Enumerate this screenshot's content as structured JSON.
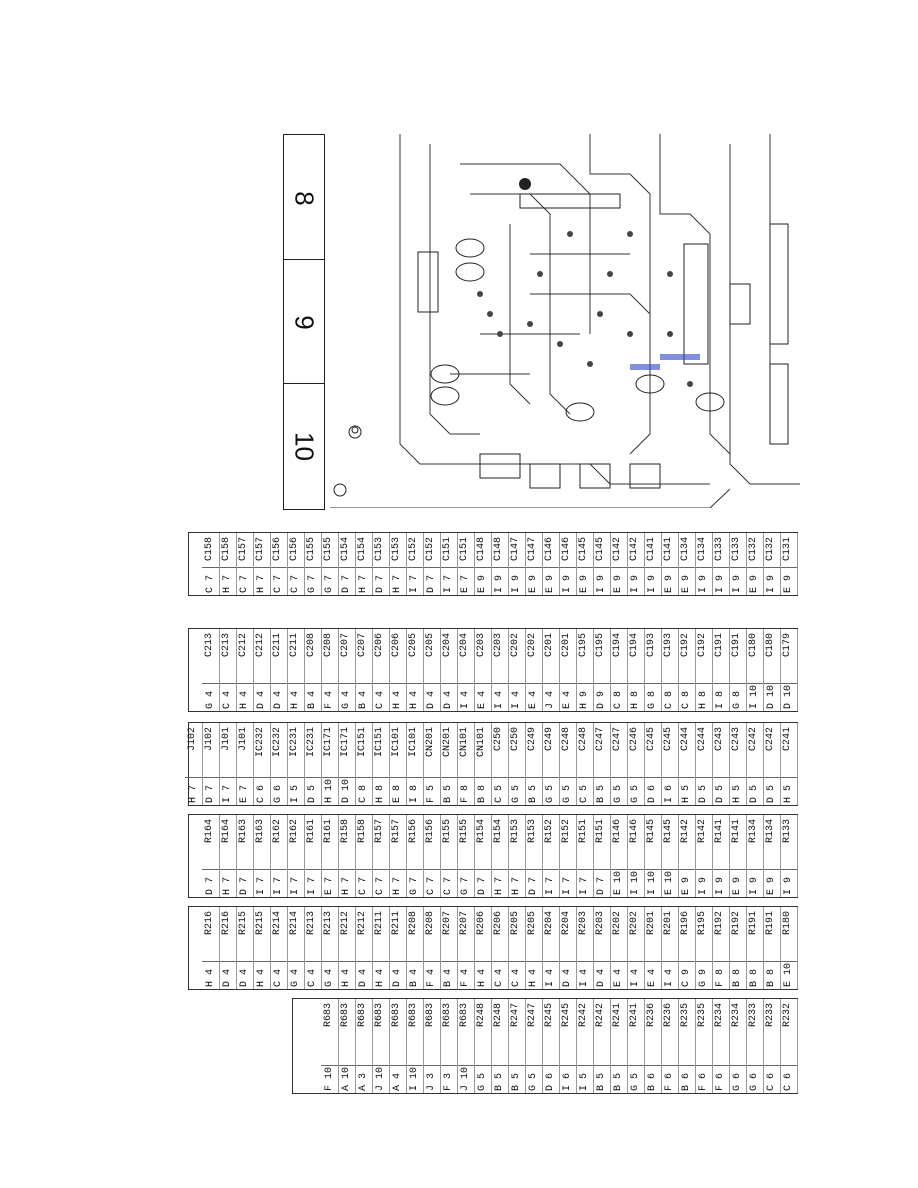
{
  "ruler": {
    "cells": [
      "8",
      "9",
      "10"
    ]
  },
  "table": {
    "blocks": [
      {
        "rows": [
          [
            "C131",
            "9",
            "E"
          ],
          [
            "C132",
            "9",
            "I"
          ],
          [
            "C132",
            "9",
            "E"
          ],
          [
            "C133",
            "9",
            "I"
          ],
          [
            "C133",
            "9",
            "I"
          ],
          [
            "C134",
            "9",
            "I"
          ],
          [
            "C134",
            "9",
            "E"
          ],
          [
            "C141",
            "9",
            "E"
          ],
          [
            "C141",
            "9",
            "I"
          ],
          [
            "C142",
            "9",
            "I"
          ],
          [
            "C142",
            "9",
            "E"
          ],
          [
            "C145",
            "9",
            "I"
          ],
          [
            "C145",
            "9",
            "E"
          ],
          [
            "C146",
            "9",
            "I"
          ],
          [
            "C146",
            "9",
            "E"
          ],
          [
            "C147",
            "9",
            "E"
          ],
          [
            "C147",
            "9",
            "I"
          ],
          [
            "C148",
            "9",
            "I"
          ],
          [
            "C148",
            "9",
            "E"
          ],
          [
            "C151",
            "7",
            "E"
          ],
          [
            "C151",
            "7",
            "I"
          ],
          [
            "C152",
            "7",
            "D"
          ],
          [
            "C152",
            "7",
            "I"
          ],
          [
            "C153",
            "7",
            "H"
          ],
          [
            "C153",
            "7",
            "D"
          ],
          [
            "C154",
            "7",
            "H"
          ],
          [
            "C154",
            "7",
            "D"
          ],
          [
            "C155",
            "7",
            "G"
          ],
          [
            "C155",
            "7",
            "G"
          ],
          [
            "C156",
            "7",
            "C"
          ],
          [
            "C156",
            "7",
            "C"
          ],
          [
            "C157",
            "7",
            "H"
          ],
          [
            "C157",
            "7",
            "C"
          ],
          [
            "C158",
            "7",
            "H"
          ],
          [
            "C158",
            "7",
            "C"
          ]
        ]
      },
      {
        "rows": [
          [
            "C179",
            "10",
            "D"
          ],
          [
            "C180",
            "10",
            "D"
          ],
          [
            "C180",
            "10",
            "I"
          ],
          [
            "C191",
            "8",
            "G"
          ],
          [
            "C191",
            "8",
            "I"
          ],
          [
            "C192",
            "8",
            "H"
          ],
          [
            "C192",
            "8",
            "C"
          ],
          [
            "C193",
            "8",
            "C"
          ],
          [
            "C193",
            "8",
            "G"
          ],
          [
            "C194",
            "8",
            "H"
          ],
          [
            "C194",
            "8",
            "C"
          ],
          [
            "C195",
            "9",
            "D"
          ],
          [
            "C195",
            "9",
            "H"
          ],
          [
            "C201",
            "4",
            "E"
          ],
          [
            "C201",
            "4",
            "J"
          ],
          [
            "C202",
            "4",
            "E"
          ],
          [
            "C202",
            "4",
            "I"
          ],
          [
            "C203",
            "4",
            "I"
          ],
          [
            "C203",
            "4",
            "E"
          ],
          [
            "C204",
            "4",
            "I"
          ],
          [
            "C204",
            "4",
            "D"
          ],
          [
            "C205",
            "4",
            "D"
          ],
          [
            "C205",
            "4",
            "H"
          ],
          [
            "C206",
            "4",
            "H"
          ],
          [
            "C206",
            "4",
            "C"
          ],
          [
            "C207",
            "4",
            "B"
          ],
          [
            "C207",
            "4",
            "G"
          ],
          [
            "C208",
            "4",
            "F"
          ],
          [
            "C208",
            "4",
            "B"
          ],
          [
            "C211",
            "4",
            "H"
          ],
          [
            "C211",
            "4",
            "D"
          ],
          [
            "C212",
            "4",
            "D"
          ],
          [
            "C212",
            "4",
            "H"
          ],
          [
            "C213",
            "4",
            "C"
          ],
          [
            "C213",
            "4",
            "G"
          ]
        ]
      },
      {
        "rows": [
          [
            "C241",
            "5",
            "H"
          ],
          [
            "C242",
            "5",
            "D"
          ],
          [
            "C242",
            "5",
            "D"
          ],
          [
            "C243",
            "5",
            "H"
          ],
          [
            "C243",
            "5",
            "D"
          ],
          [
            "C244",
            "5",
            "D"
          ],
          [
            "C244",
            "5",
            "H"
          ],
          [
            "C245",
            "6",
            "I"
          ],
          [
            "C245",
            "6",
            "D"
          ],
          [
            "C246",
            "5",
            "G"
          ],
          [
            "C247",
            "5",
            "G"
          ],
          [
            "C247",
            "5",
            "B"
          ],
          [
            "C248",
            "5",
            "C"
          ],
          [
            "C248",
            "5",
            "G"
          ],
          [
            "C249",
            "5",
            "G"
          ],
          [
            "C249",
            "5",
            "B"
          ],
          [
            "C250",
            "5",
            "G"
          ],
          [
            "C250",
            "5",
            "C"
          ],
          [
            "CN101",
            "8",
            "B"
          ],
          [
            "CN101",
            "8",
            "F"
          ],
          [
            "CN201",
            "5",
            "B"
          ],
          [
            "CN201",
            "5",
            "F"
          ],
          [
            "IC101",
            "8",
            "I"
          ],
          [
            "IC101",
            "8",
            "E"
          ],
          [
            "IC151",
            "8",
            "H"
          ],
          [
            "IC151",
            "8",
            "C"
          ],
          [
            "IC171",
            "10",
            "D"
          ],
          [
            "IC171",
            "10",
            "H"
          ],
          [
            "IC231",
            "5",
            "D"
          ],
          [
            "IC231",
            "5",
            "I"
          ],
          [
            "IC232",
            "6",
            "G"
          ],
          [
            "IC232",
            "6",
            "C"
          ],
          [
            "J101",
            "7",
            "E"
          ],
          [
            "J101",
            "7",
            "I"
          ],
          [
            "J102",
            "7",
            "D"
          ],
          [
            "J102",
            "7",
            "H"
          ]
        ]
      },
      {
        "rows": [
          [
            "R133",
            "9",
            "I"
          ],
          [
            "R134",
            "9",
            "E"
          ],
          [
            "R134",
            "9",
            "I"
          ],
          [
            "R141",
            "9",
            "E"
          ],
          [
            "R141",
            "9",
            "I"
          ],
          [
            "R142",
            "9",
            "I"
          ],
          [
            "R142",
            "9",
            "E"
          ],
          [
            "R145",
            "10",
            "E"
          ],
          [
            "R145",
            "10",
            "I"
          ],
          [
            "R146",
            "10",
            "I"
          ],
          [
            "R146",
            "10",
            "E"
          ],
          [
            "R151",
            "7",
            "D"
          ],
          [
            "R151",
            "7",
            "I"
          ],
          [
            "R152",
            "7",
            "I"
          ],
          [
            "R152",
            "7",
            "I"
          ],
          [
            "R153",
            "7",
            "D"
          ],
          [
            "R153",
            "7",
            "H"
          ],
          [
            "R154",
            "7",
            "H"
          ],
          [
            "R154",
            "7",
            "D"
          ],
          [
            "R155",
            "7",
            "G"
          ],
          [
            "R155",
            "7",
            "C"
          ],
          [
            "R156",
            "7",
            "C"
          ],
          [
            "R156",
            "7",
            "G"
          ],
          [
            "R157",
            "7",
            "H"
          ],
          [
            "R157",
            "7",
            "C"
          ],
          [
            "R158",
            "7",
            "C"
          ],
          [
            "R158",
            "7",
            "H"
          ],
          [
            "R161",
            "7",
            "E"
          ],
          [
            "R161",
            "7",
            "I"
          ],
          [
            "R162",
            "7",
            "I"
          ],
          [
            "R162",
            "7",
            "I"
          ],
          [
            "R163",
            "7",
            "I"
          ],
          [
            "R163",
            "7",
            "D"
          ],
          [
            "R164",
            "7",
            "H"
          ],
          [
            "R164",
            "7",
            "D"
          ]
        ]
      },
      {
        "rows": [
          [
            "R180",
            "10",
            "E"
          ],
          [
            "R191",
            "8",
            "B"
          ],
          [
            "R191",
            "8",
            "B"
          ],
          [
            "R192",
            "8",
            "B"
          ],
          [
            "R192",
            "8",
            "F"
          ],
          [
            "R195",
            "9",
            "G"
          ],
          [
            "R196",
            "9",
            "C"
          ],
          [
            "R201",
            "4",
            "I"
          ],
          [
            "R201",
            "4",
            "E"
          ],
          [
            "R202",
            "4",
            "I"
          ],
          [
            "R202",
            "4",
            "E"
          ],
          [
            "R203",
            "4",
            "D"
          ],
          [
            "R203",
            "4",
            "I"
          ],
          [
            "R204",
            "4",
            "D"
          ],
          [
            "R204",
            "4",
            "I"
          ],
          [
            "R205",
            "4",
            "H"
          ],
          [
            "R205",
            "4",
            "C"
          ],
          [
            "R206",
            "4",
            "C"
          ],
          [
            "R206",
            "4",
            "H"
          ],
          [
            "R207",
            "4",
            "F"
          ],
          [
            "R207",
            "4",
            "B"
          ],
          [
            "R208",
            "4",
            "F"
          ],
          [
            "R208",
            "4",
            "B"
          ],
          [
            "R211",
            "4",
            "D"
          ],
          [
            "R211",
            "4",
            "H"
          ],
          [
            "R212",
            "4",
            "D"
          ],
          [
            "R212",
            "4",
            "H"
          ],
          [
            "R213",
            "4",
            "G"
          ],
          [
            "R213",
            "4",
            "C"
          ],
          [
            "R214",
            "4",
            "G"
          ],
          [
            "R214",
            "4",
            "C"
          ],
          [
            "R215",
            "4",
            "H"
          ],
          [
            "R215",
            "4",
            "D"
          ],
          [
            "R216",
            "4",
            "D"
          ],
          [
            "R216",
            "4",
            "H"
          ]
        ]
      },
      {
        "rows": [
          [
            "R232",
            "6",
            "C"
          ],
          [
            "R233",
            "6",
            "C"
          ],
          [
            "R233",
            "6",
            "G"
          ],
          [
            "R234",
            "6",
            "G"
          ],
          [
            "R234",
            "6",
            "F"
          ],
          [
            "R235",
            "6",
            "F"
          ],
          [
            "R235",
            "6",
            "B"
          ],
          [
            "R236",
            "6",
            "F"
          ],
          [
            "R236",
            "6",
            "B"
          ],
          [
            "R241",
            "5",
            "G"
          ],
          [
            "R241",
            "5",
            "B"
          ],
          [
            "R242",
            "5",
            "B"
          ],
          [
            "R242",
            "5",
            "I"
          ],
          [
            "R245",
            "6",
            "I"
          ],
          [
            "R245",
            "6",
            "D"
          ],
          [
            "R247",
            "5",
            "G"
          ],
          [
            "R247",
            "5",
            "B"
          ],
          [
            "R248",
            "5",
            "B"
          ],
          [
            "R248",
            "5",
            "G"
          ],
          [
            "R683",
            "10",
            "J"
          ],
          [
            "R683",
            "3",
            "F"
          ],
          [
            "R683",
            "3",
            "J"
          ],
          [
            "R683",
            "10",
            "I"
          ],
          [
            "R683",
            "4",
            "A"
          ],
          [
            "R683",
            "10",
            "J"
          ],
          [
            "R683",
            "3",
            "A"
          ],
          [
            "R683",
            "10",
            "A"
          ],
          [
            "R683",
            "10",
            "F"
          ]
        ]
      }
    ]
  }
}
